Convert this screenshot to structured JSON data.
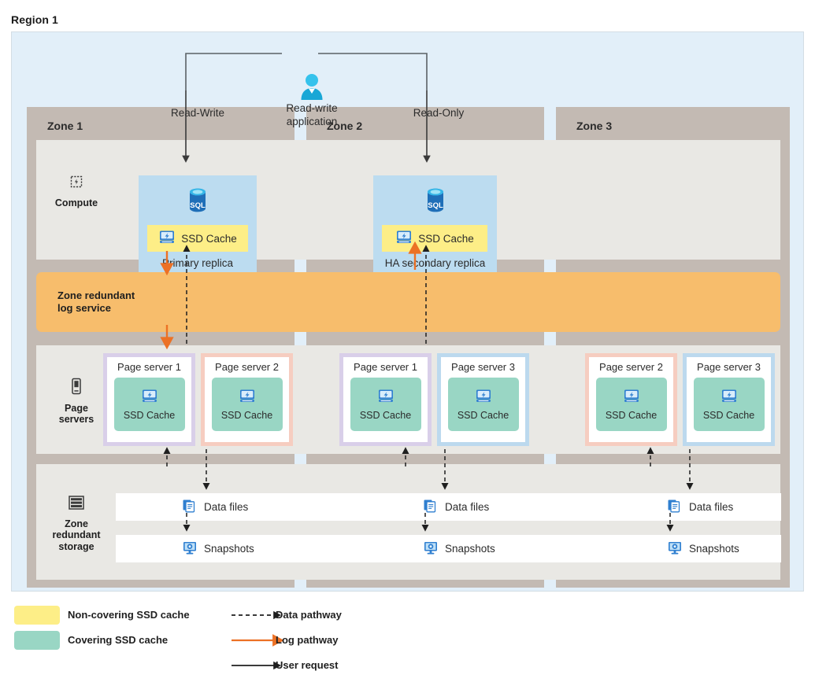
{
  "region": {
    "title": "Region 1"
  },
  "application": {
    "icon": "person-icon",
    "label": "Read-write\napplication",
    "label_line1": "Read-write",
    "label_line2": "application",
    "read_write_label": "Read-Write",
    "read_only_label": "Read-Only"
  },
  "zones": [
    {
      "title": "Zone 1"
    },
    {
      "title": "Zone 2"
    },
    {
      "title": "Zone 3"
    }
  ],
  "rows": {
    "compute": {
      "label": "Compute",
      "icon": "cpu-chip-icon"
    },
    "log_service": {
      "label_line1": "Zone redundant",
      "label_line2": "log service"
    },
    "page_servers": {
      "label_line1": "Page",
      "label_line2": "servers",
      "icon": "server-device-icon"
    },
    "storage": {
      "label_line1": "Zone",
      "label_line2": "redundant",
      "label_line3": "storage",
      "icon": "storage-stack-icon"
    }
  },
  "replicas": [
    {
      "caption": "Primary replica",
      "cache_label": "SSD Cache",
      "cache_type": "non-covering",
      "icon": "sql-database-icon",
      "cache_icon": "ssd-disk-icon"
    },
    {
      "caption": "HA secondary replica",
      "cache_label": "SSD Cache",
      "cache_type": "non-covering",
      "icon": "sql-database-icon",
      "cache_icon": "ssd-disk-icon"
    }
  ],
  "page_servers": [
    {
      "title": "Page server 1",
      "cache_label": "SSD Cache",
      "border": "purple",
      "zone": "Zone 1",
      "cache_icon": "ssd-disk-icon"
    },
    {
      "title": "Page server 2",
      "cache_label": "SSD Cache",
      "border": "peach",
      "zone": "Zone 1",
      "cache_icon": "ssd-disk-icon"
    },
    {
      "title": "Page server 1",
      "cache_label": "SSD Cache",
      "border": "purple",
      "zone": "Zone 2",
      "cache_icon": "ssd-disk-icon"
    },
    {
      "title": "Page server 3",
      "cache_label": "SSD Cache",
      "border": "blue",
      "zone": "Zone 2",
      "cache_icon": "ssd-disk-icon"
    },
    {
      "title": "Page server 2",
      "cache_label": "SSD Cache",
      "border": "peach",
      "zone": "Zone 3",
      "cache_icon": "ssd-disk-icon"
    },
    {
      "title": "Page server 3",
      "cache_label": "SSD Cache",
      "border": "blue",
      "zone": "Zone 3",
      "cache_icon": "ssd-disk-icon"
    }
  ],
  "storage_items": {
    "data_files_label": "Data files",
    "snapshots_label": "Snapshots",
    "data_files_icon": "documents-icon",
    "snapshots_icon": "snapshot-monitor-icon",
    "columns": [
      {
        "data_files": "Data files",
        "snapshots": "Snapshots"
      },
      {
        "data_files": "Data files",
        "snapshots": "Snapshots"
      },
      {
        "data_files": "Data files",
        "snapshots": "Snapshots"
      }
    ]
  },
  "legend": {
    "swatches": [
      {
        "label": "Non-covering SSD cache",
        "color": "#fdee87"
      },
      {
        "label": "Covering SSD cache",
        "color": "#99d6c4"
      }
    ],
    "lines": [
      {
        "label": "Data pathway",
        "style": "dashed",
        "color": "#1f1f1f"
      },
      {
        "label": "Log pathway",
        "style": "solid",
        "color": "#ec7125"
      },
      {
        "label": "User request",
        "style": "solid",
        "color": "#1f1f1f"
      }
    ]
  },
  "colors": {
    "region_bg": "#e2eff9",
    "zone_bg": "#c3bab3",
    "layer_bg": "#e9e8e4",
    "log_band": "#f7bd6c",
    "replica_bg": "#bcdcf0",
    "non_covering_cache": "#fdee87",
    "covering_cache": "#99d6c4",
    "log_arrow": "#ec7125",
    "data_arrow": "#1f1f1f"
  }
}
